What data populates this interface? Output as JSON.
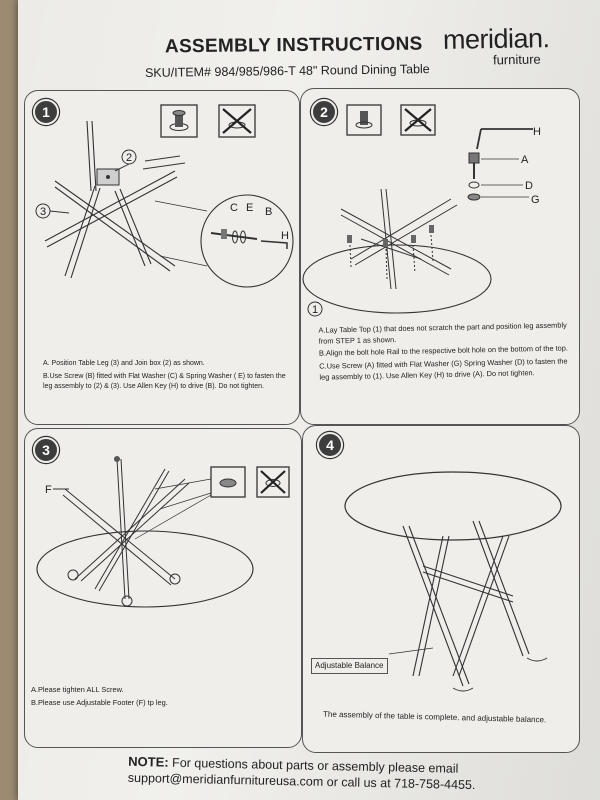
{
  "header": {
    "title": "ASSEMBLY INSTRUCTIONS",
    "brand": "meridian.",
    "brand_sub": "furniture",
    "sku": "SKU/ITEM# 984/985/986-T 48\" Round Dining Table"
  },
  "steps": [
    {
      "number": "1",
      "callouts": [
        "2",
        "3"
      ],
      "parts": [
        "C",
        "E",
        "B",
        "H"
      ],
      "instructions": [
        "A. Position  Table Leg (3) and Join box (2) as shown.",
        "B.Use Screw (B) fitted with Flat Washer (C) & Spring Washer ( E) to fasten the leg assembly to (2) & (3). Use Allen Key (H) to drive (B). Do not tighten."
      ]
    },
    {
      "number": "2",
      "callouts": [
        "1"
      ],
      "parts": [
        "H",
        "A",
        "D",
        "G"
      ],
      "instructions": [
        "A.Lay Table Top (1) that does not scratch the part and position leg  assembly from STEP 1 as shown.",
        "B.Align the bolt hole  Rail to the respective bolt  hole on the bottom of the top.",
        "C.Use Screw (A) fitted with Flat Washer (G) Spring Washer (D) to fasten the leg assembly to (1). Use Allen Key (H) to drive (A). Do not tighten."
      ]
    },
    {
      "number": "3",
      "parts": [
        "F"
      ],
      "instructions": [
        "A.Please tighten ALL Screw.",
        "B.Please use Adjustable Footer (F) tp leg."
      ]
    },
    {
      "number": "4",
      "label": "Adjustable Balance",
      "instructions": [
        "The assembly of  the table is complete. and adjustable balance."
      ]
    }
  ],
  "footer": {
    "note_label": "NOTE:",
    "note_text": "For questions about parts or assembly please email",
    "contact": "support@meridianfurnitureusa.com or call us at 718-758-4455."
  }
}
